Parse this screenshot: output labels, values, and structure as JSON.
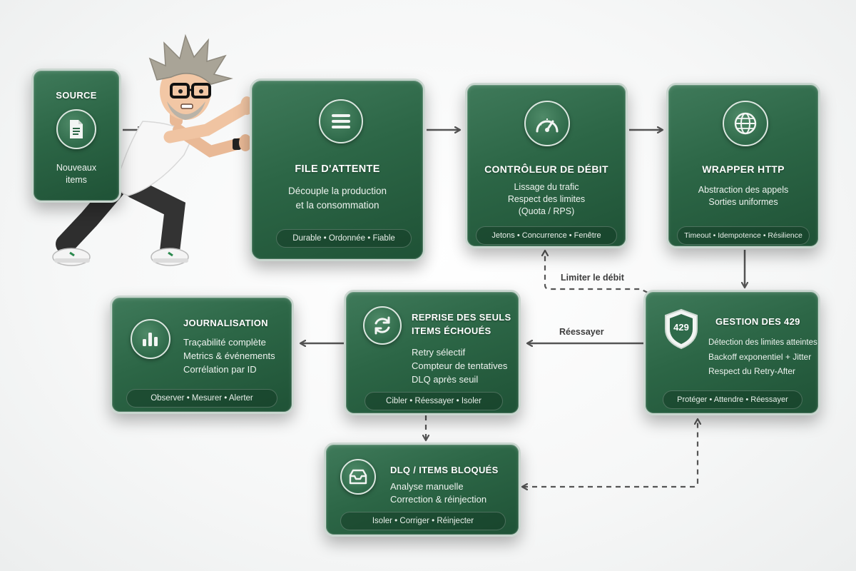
{
  "source": {
    "title": "SOURCE",
    "desc_line1": "Nouveaux",
    "desc_line2": "items",
    "icon": "document-icon"
  },
  "queue": {
    "title": "FILE D'ATTENTE",
    "desc_line1": "Découple la production",
    "desc_line2": "et la consommation",
    "footer": "Durable • Ordonnée • Fiable",
    "icon": "list-icon"
  },
  "rate_controller": {
    "title": "CONTRÔLEUR DE DÉBIT",
    "desc_line1": "Lissage du trafic",
    "desc_line2": "Respect des limites",
    "desc_line3": "(Quota / RPS)",
    "footer": "Jetons • Concurrence • Fenêtre",
    "icon": "speedometer-icon"
  },
  "http_wrapper": {
    "title": "WRAPPER HTTP",
    "desc_line1": "Abstraction des appels",
    "desc_line2": "Sorties uniformes",
    "footer": "Timeout • Idempotence • Résilience",
    "icon": "globe-icon"
  },
  "handling_429": {
    "title": "GESTION DES 429",
    "badge": "429",
    "desc_line1": "Détection des limites atteintes",
    "desc_line2": "Backoff exponentiel + Jitter",
    "desc_line3": "Respect du Retry-After",
    "footer": "Protéger • Attendre • Réessayer",
    "icon": "shield-icon"
  },
  "retry": {
    "title_line1": "REPRISE DES SEULS",
    "title_line2": "ITEMS ÉCHOUÉS",
    "desc_line1": "Retry sélectif",
    "desc_line2": "Compteur de tentatives",
    "desc_line3": "DLQ après seuil",
    "footer": "Cibler • Réessayer • Isoler",
    "icon": "refresh-icon"
  },
  "logging": {
    "title": "JOURNALISATION",
    "desc_line1": "Traçabilité complète",
    "desc_line2": "Metrics & événements",
    "desc_line3": "Corrélation par ID",
    "footer": "Observer • Mesurer • Alerter",
    "icon": "bar-chart-icon"
  },
  "dlq": {
    "title": "DLQ / ITEMS BLOQUÉS",
    "desc_line1": "Analyse manuelle",
    "desc_line2": "Correction & réinjection",
    "footer": "Isoler • Corriger • Réinjecter",
    "icon": "inbox-icon"
  },
  "edges": {
    "limit_label": "Limiter le débit",
    "retry_label": "Réessayer"
  },
  "colors": {
    "card_green": "#2c6646",
    "arrow": "#555555"
  }
}
